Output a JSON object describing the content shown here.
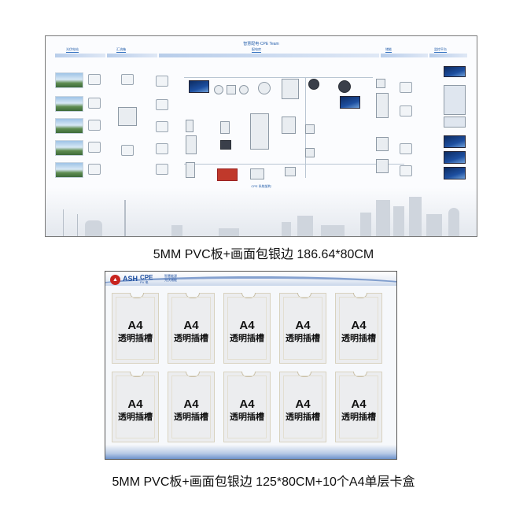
{
  "board1": {
    "title": "智慧配电·CPE Team",
    "headers": [
      "光伏电站",
      "汇流箱",
      "配电房",
      "储能",
      "监控平台"
    ],
    "footer_label": "CPE 系统架构"
  },
  "caption1": "5MM PVC板+画面包银边  186.64*80CM",
  "board2": {
    "logo_mark": "▲",
    "logo_text": "ASH",
    "brand": "CPE",
    "brand_sub": "PV 电",
    "brand_side": "智慧能源\n光伏储能",
    "slot_a4": "A4",
    "slot_label": "透明插槽",
    "slots_per_row": 5,
    "rows": 2,
    "colors": {
      "accent_blue": "#1e4fa0",
      "logo_red": "#c8241f"
    }
  },
  "caption2": "5MM PVC板+画面包银边  125*80CM+10个A4单层卡盒"
}
